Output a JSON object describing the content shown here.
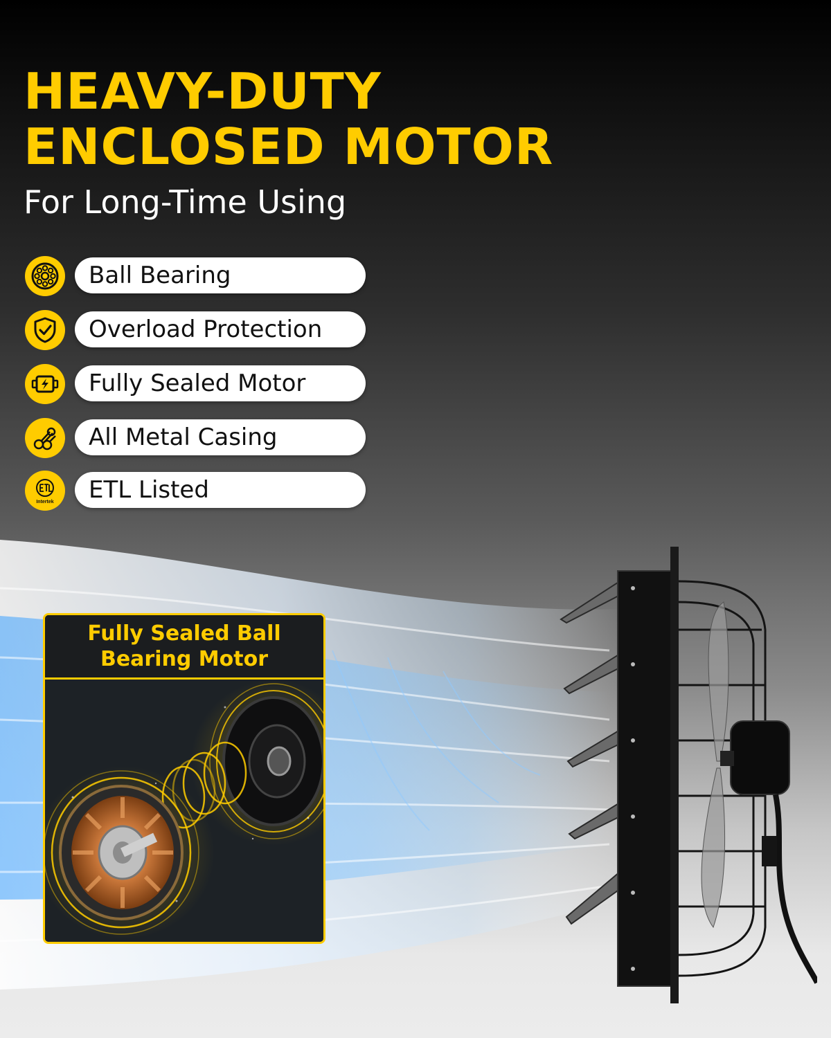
{
  "headline": {
    "title": "HEAVY-DUTY\nENCLOSED MOTOR",
    "subtitle": "For Long-Time Using"
  },
  "features": [
    {
      "label": "Ball Bearing",
      "icon": "ball-bearing-icon"
    },
    {
      "label": "Overload Protection",
      "icon": "shield-check-icon"
    },
    {
      "label": "Fully Sealed Motor",
      "icon": "sealed-motor-icon"
    },
    {
      "label": "All Metal Casing",
      "icon": "metal-rods-icon"
    },
    {
      "label": "ETL Listed",
      "icon": "etl-intertek-icon",
      "mark_text": "Intertek"
    }
  ],
  "card": {
    "title": "Fully Sealed Ball\nBearing Motor"
  },
  "colors": {
    "accent": "#FFCC00",
    "pill": "#FFFFFF",
    "card_bg": "#1D2226"
  }
}
